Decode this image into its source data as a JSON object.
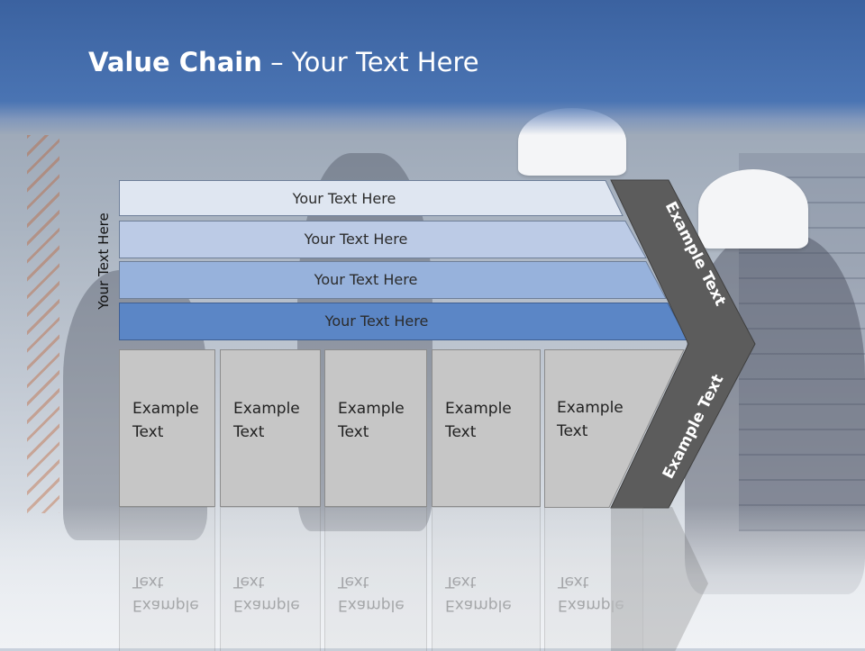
{
  "slide": {
    "title_bold": "Value Chain",
    "title_rest": " – Your Text Here",
    "vertical_label": "Your Text Here",
    "bars": [
      {
        "label": "Your Text Here",
        "color": "#dfe6f1"
      },
      {
        "label": "Your Text Here",
        "color": "#bccbe6"
      },
      {
        "label": "Your Text Here",
        "color": "#97b2dc"
      },
      {
        "label": "Your Text Here",
        "color": "#5b86c6"
      }
    ],
    "boxes": [
      {
        "line1": "Example",
        "line2": "Text"
      },
      {
        "line1": "Example",
        "line2": "Text"
      },
      {
        "line1": "Example",
        "line2": "Text"
      },
      {
        "line1": "Example",
        "line2": "Text"
      },
      {
        "line1": "Example",
        "line2": "Text"
      }
    ],
    "chevron_upper_label": "Example Text",
    "chevron_lower_label": "Example Text",
    "colors": {
      "header": "#4a74b3",
      "chevron": "#5c5c5c",
      "box": "#c6c6c6"
    }
  }
}
